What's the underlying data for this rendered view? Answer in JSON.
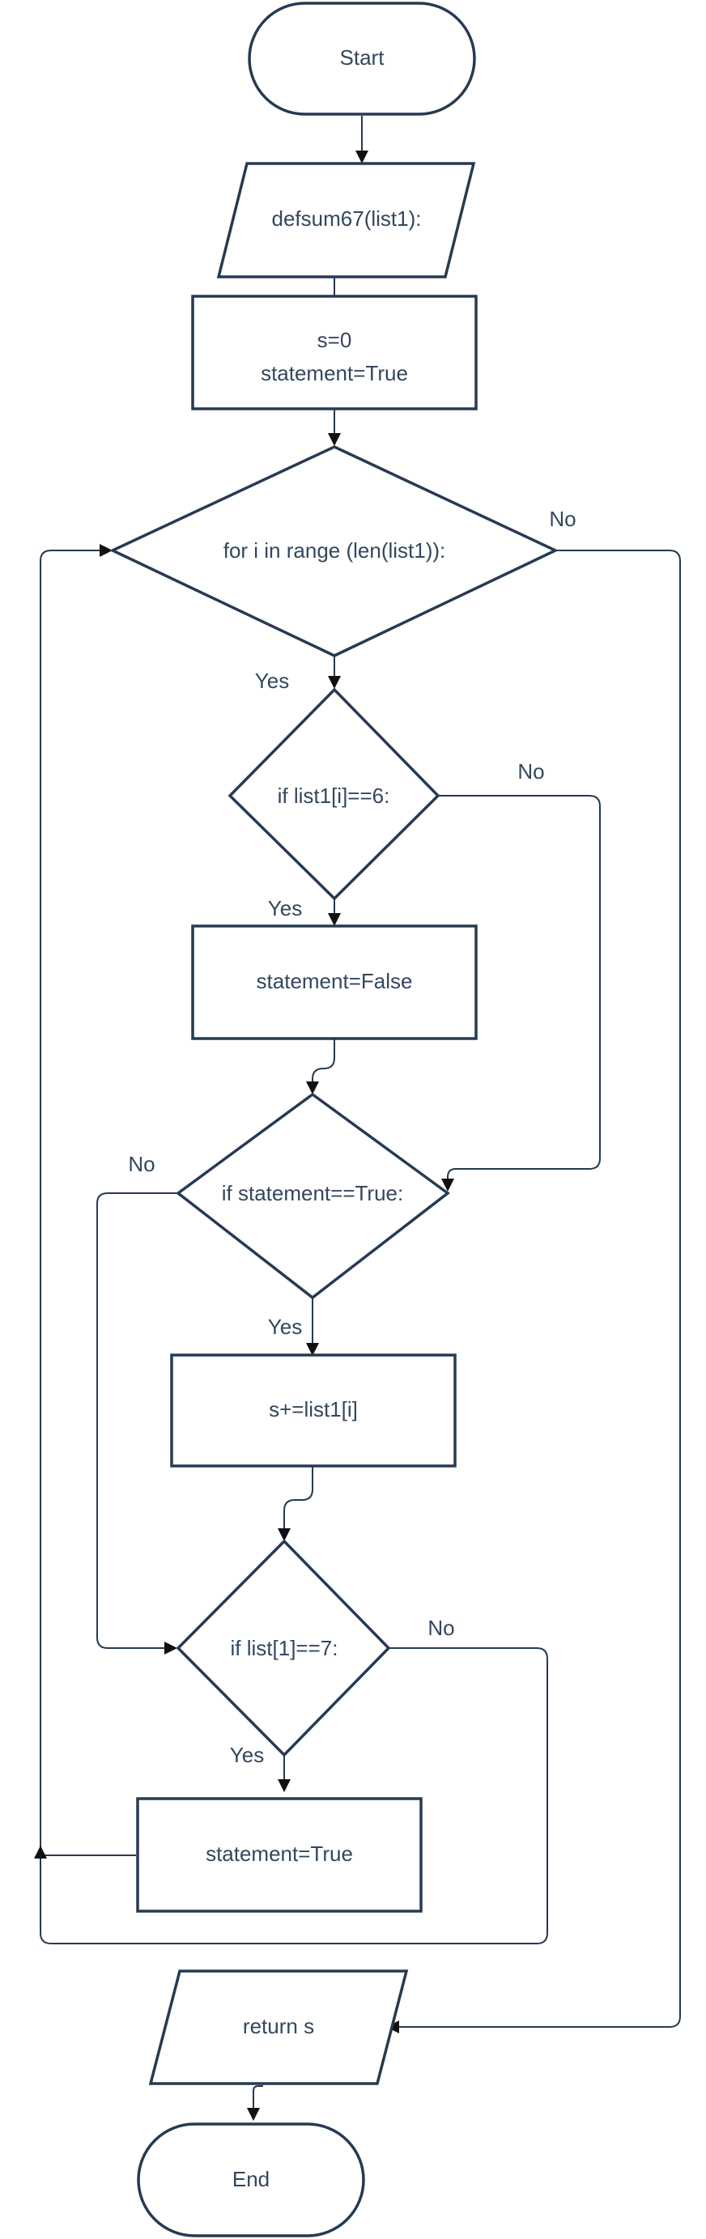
{
  "nodes": {
    "start": "Start",
    "define": "defsum67(list1):",
    "init_s": "s=0",
    "init_statement": "statement=True",
    "loop": "for i in range (len(list1)):",
    "check_six": "if list1[i]==6:",
    "set_false": "statement=False",
    "check_statement": "if statement==True:",
    "add": "s+=list1[i]",
    "check_seven": "if list[1]==7:",
    "set_true": "statement=True",
    "return": "return s",
    "end": "End"
  },
  "edge_labels": {
    "loop_no": "No",
    "loop_yes": "Yes",
    "six_no": "No",
    "six_yes": "Yes",
    "statement_no": "No",
    "statement_yes": "Yes",
    "seven_no": "No",
    "seven_yes": "Yes"
  },
  "colors": {
    "shape_stroke": "#263a52",
    "text": "#33475e",
    "arrowhead": "#111111",
    "background": "#ffffff"
  }
}
